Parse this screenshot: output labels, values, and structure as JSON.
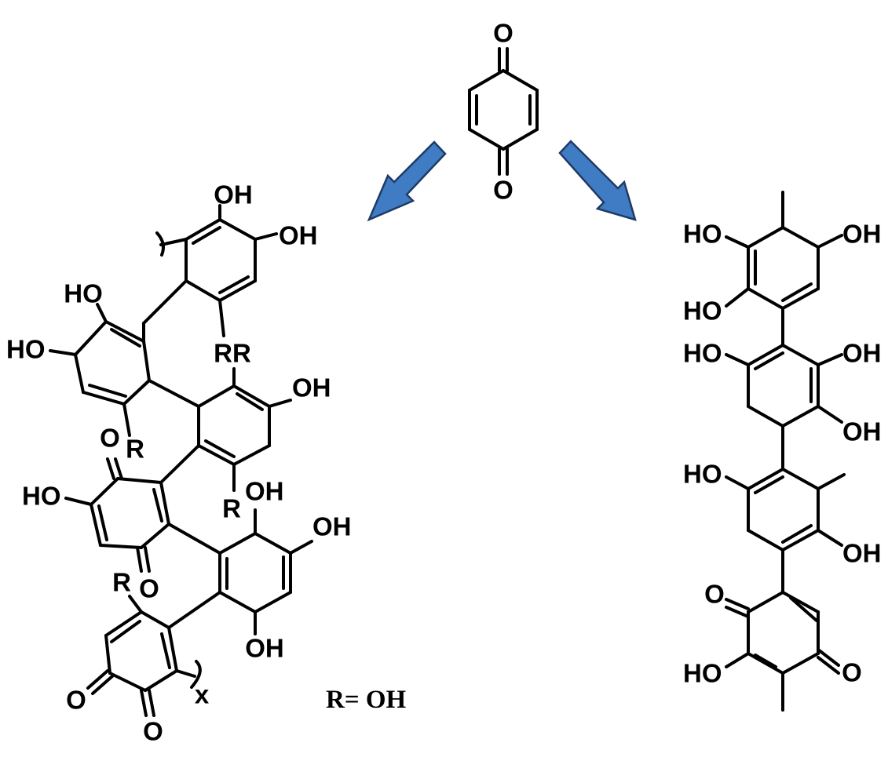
{
  "diagram": {
    "arrow_color": "#3f7cc4",
    "bond_color": "#000000",
    "substituent_legend": "R= OH",
    "polymer_subscript": "x",
    "atoms": {
      "O": "O",
      "OH": "OH",
      "HO": "HO",
      "R": "R",
      "RR": "RR"
    }
  }
}
